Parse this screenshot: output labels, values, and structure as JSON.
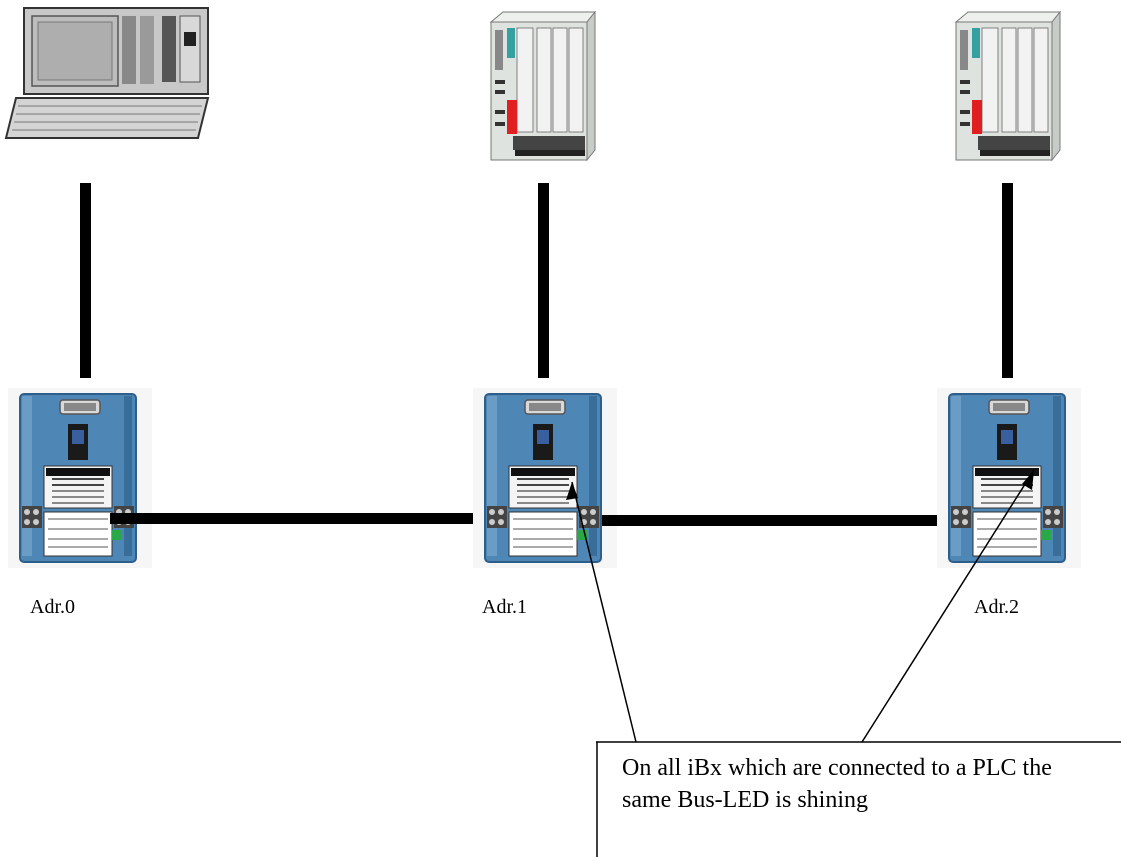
{
  "nodes": [
    {
      "device": "computer-terminal",
      "address_label": "Adr.0"
    },
    {
      "device": "plc-rack",
      "address_label": "Adr.1"
    },
    {
      "device": "plc-rack",
      "address_label": "Adr.2"
    }
  ],
  "interface_device": "ibx-module",
  "callout": {
    "text": "On all iBx which are connected to a PLC the same Bus-LED is shining"
  },
  "colors": {
    "bus_line": "#000000",
    "ibx_body": "#4e86b6",
    "plc_body": "#e4e8e4",
    "plc_accent_red": "#e02020",
    "terminal_body": "#c4c4c4"
  }
}
